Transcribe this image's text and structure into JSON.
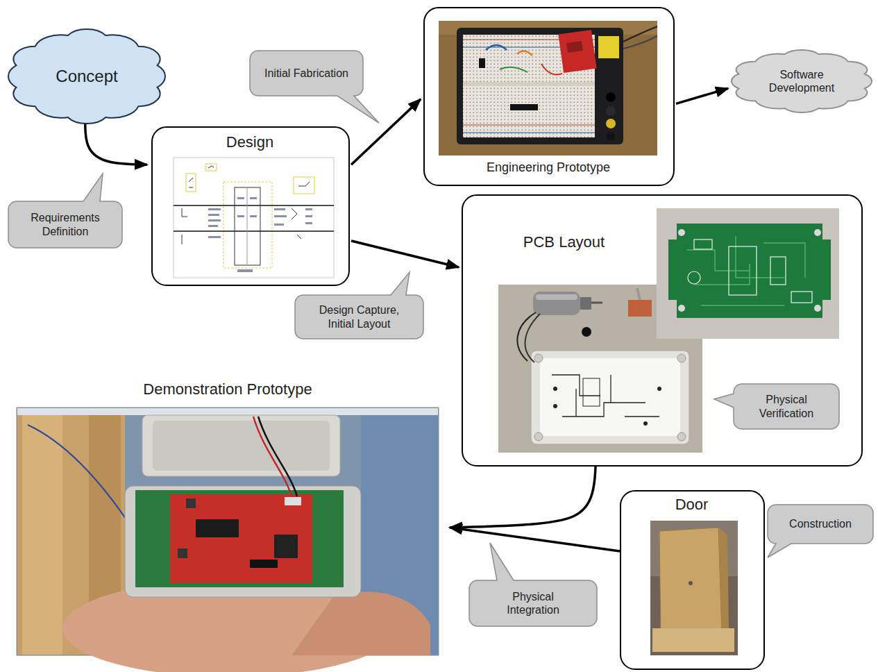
{
  "diagram": {
    "nodes": [
      {
        "text": [
          "Concept"
        ]
      },
      {
        "text": [
          "Requirements Definition"
        ]
      },
      {
        "text": [
          "Design"
        ]
      },
      {
        "text": [
          "Initial Fabrication"
        ]
      },
      {
        "text": [
          "Engineering Prototype"
        ]
      },
      {
        "text": [
          "Software Development"
        ]
      },
      {
        "text": [
          "PCB Layout"
        ]
      },
      {
        "text": [
          "Physical Verification"
        ],
        "in": 6
      },
      {
        "text": [
          "Design Capture, Initial Layout"
        ]
      },
      {
        "text": [
          "Demonstration Prototype"
        ]
      },
      {
        "text": [
          "Door"
        ]
      },
      {
        "text": [
          "Construction"
        ]
      },
      {
        "text": [
          "Physical Integration"
        ]
      }
    ],
    "edges": [
      {
        "from": 0,
        "to": 2,
        "arrow": "to"
      },
      {
        "from": 2,
        "to": 4,
        "arrow": "to"
      },
      {
        "from": 4,
        "to": 5,
        "arrow": "to"
      },
      {
        "from": 2,
        "to": 6,
        "arrow": "to"
      },
      {
        "from": 6,
        "to": 9,
        "arrow": "to"
      },
      {
        "from": 10,
        "to": 9,
        "arrow": "to"
      }
    ]
  }
}
